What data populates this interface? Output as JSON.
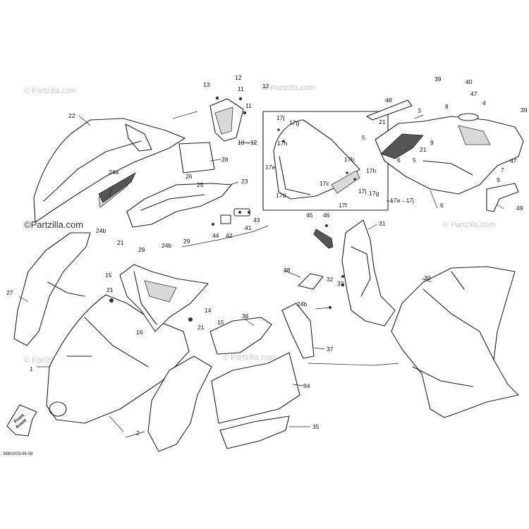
{
  "watermarks": {
    "text": "© Partzilla.com",
    "emphasized": "©Partzilla.com"
  },
  "drawing_code": "38M1003-06-08",
  "front_arrow": {
    "line1": "Front",
    "line2": "Avant"
  },
  "labels": {
    "l1": "1",
    "l2": "2",
    "l3": "3",
    "l4": "4",
    "l5a": "5",
    "l5b": "5",
    "l6a": "6",
    "l6b": "6",
    "l7": "7",
    "l8": "8",
    "l9a": "9",
    "l9b": "9",
    "l10": "10",
    "l10to12": "10→12",
    "l11a": "11",
    "l11b": "11",
    "l12a": "12",
    "l12b": "12",
    "l13": "13",
    "l14": "14",
    "l15a": "15",
    "l15b": "15",
    "l16": "16",
    "l17a_to_j": "17a→17j",
    "l17b": "17b",
    "l17c": "17c",
    "l17d": "17d",
    "l17e": "17e",
    "l17f": "17f",
    "l17g1": "17g",
    "l17g2": "17g",
    "l17h1": "17h",
    "l17h2": "17h",
    "l17j1": "17j",
    "l17j2": "17j",
    "l21a": "21",
    "l21b": "21",
    "l21c": "21",
    "l21d": "21",
    "l21e": "21",
    "l22": "22",
    "l23": "23",
    "l24a": "24a",
    "l24b1": "24b",
    "l24b2": "24b",
    "l24b3": "24b",
    "l25": "25",
    "l26": "26",
    "l27": "27",
    "l28": "28",
    "l29a": "29",
    "l29b": "29",
    "l30": "30",
    "l31": "31",
    "l32": "32",
    "l33": "33",
    "l34": "34",
    "l35": "35",
    "l36": "36",
    "l37": "37",
    "l38": "38",
    "l39a": "39",
    "l39b": "39",
    "l40": "40",
    "l41": "41",
    "l42": "42",
    "l43": "43",
    "l44": "44",
    "l45": "45",
    "l46": "46",
    "l47a": "47",
    "l47b": "47",
    "l48": "48",
    "l49": "49"
  }
}
